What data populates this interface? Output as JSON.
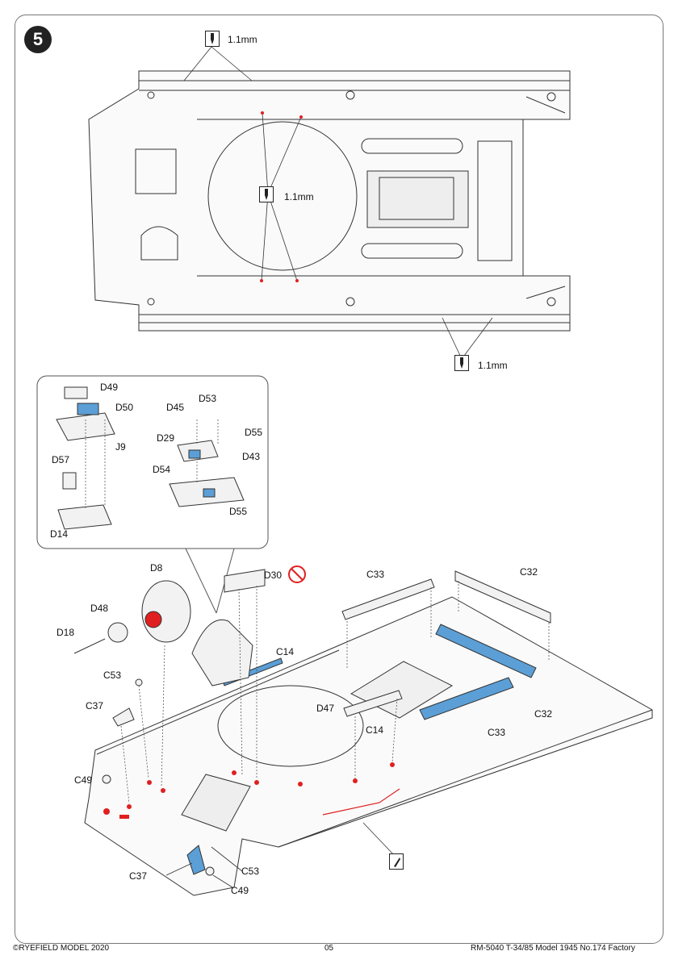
{
  "step_number": "5",
  "drill_size": "1.1mm",
  "callout_parts": [
    "D49",
    "D50",
    "J9",
    "D45",
    "D53",
    "D29",
    "D55",
    "D54",
    "D43",
    "D57",
    "D14",
    "D55"
  ],
  "main_parts": [
    "D8",
    "D30",
    "C33",
    "C32",
    "D48",
    "D18",
    "C14",
    "C53",
    "C37",
    "D47",
    "C14",
    "C32",
    "C33",
    "C49",
    "C37",
    "C53",
    "C49"
  ],
  "colors": {
    "blue": "#5b9fd6",
    "red": "#e02020",
    "line": "#333333",
    "gray": "#dcdcdc"
  },
  "footer": {
    "left": "©RYEFIELD MODEL 2020",
    "center": "05",
    "right": "RM-5040  T-34/85 Model 1945 No.174 Factory"
  }
}
